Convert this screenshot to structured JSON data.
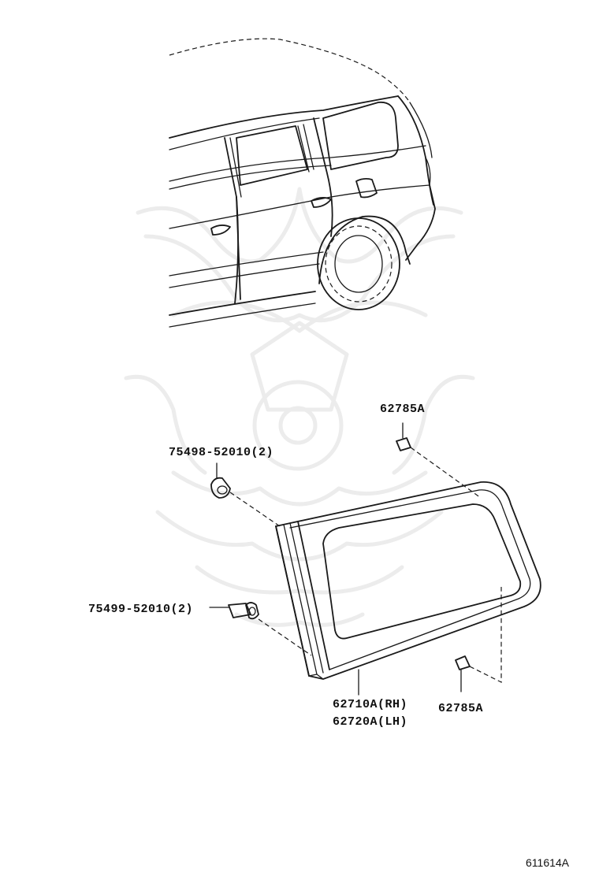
{
  "labels": {
    "clip_upper": "62785A",
    "clip_lower": "62785A",
    "screw_upper": "75498-52010(2)",
    "screw_lower": "75499-52010(2)",
    "glass_rh": "62710A(RH)",
    "glass_lh": "62720A(LH)"
  },
  "figure_ref": "611614A",
  "colors": {
    "line": "#1a1a1a",
    "watermark": "#ececec",
    "background": "#ffffff"
  },
  "icons": {
    "watermark": "samurai-helmet-watermark"
  }
}
